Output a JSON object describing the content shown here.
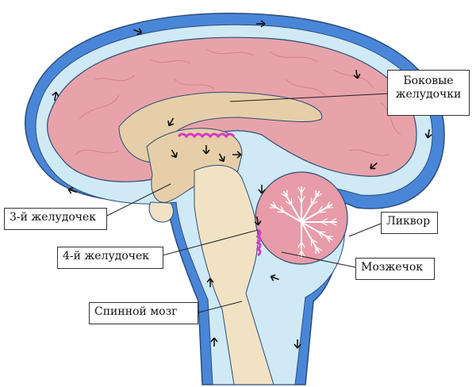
{
  "labels": {
    "lateral_ventricles": [
      "Боковые",
      "желудочки"
    ],
    "third_ventricle": "3-й желудочек",
    "fourth_ventricle": "4-й желудочек",
    "csf": "Ликвор",
    "cerebellum": "Мозжечок",
    "spinal_cord": "Спинной мозг"
  },
  "colors": {
    "dura": "#4a86d8",
    "csf_space": "#cfe9f5",
    "outline": "#2b4d7a",
    "cortex": "#e8a3aa",
    "cortex_dark": "#d48590",
    "ventricle": "#e6cfa8",
    "brainstem": "#f2e2c4",
    "cerebellum": "#e89ba8",
    "choroid": "#d838c8",
    "arrow": "#111111"
  }
}
